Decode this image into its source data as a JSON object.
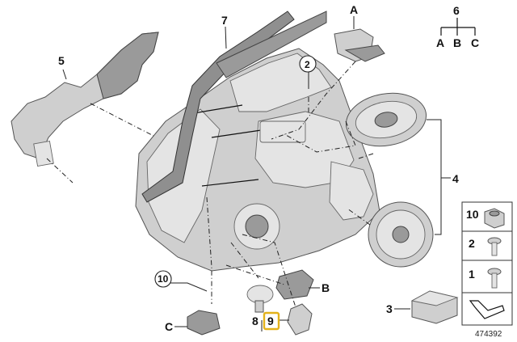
{
  "diagram": {
    "labels": {
      "p1": "1",
      "p2": "2",
      "p2b": "2",
      "p3": "3",
      "p4": "4",
      "p5": "5",
      "p6": "6",
      "p7": "7",
      "p8": "8",
      "p9": "9",
      "p10": "10",
      "p10b": "10",
      "a": "A",
      "b": "B",
      "c": "C",
      "tree_a": "A",
      "tree_b": "B",
      "tree_c": "C"
    },
    "ref_number": "474392",
    "colors": {
      "highlight": "#e3b21b",
      "line": "#222222",
      "part_fill": "#cfcfcf"
    }
  }
}
